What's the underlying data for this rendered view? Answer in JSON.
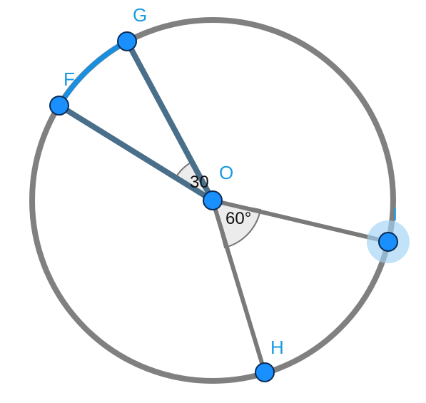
{
  "diagram": {
    "points": {
      "center": "O",
      "on_circle": [
        "F",
        "G",
        "H",
        "I"
      ]
    },
    "highlighted_arc": "FG",
    "selected_point": "I",
    "angles": {
      "FOG": "30",
      "HOI": "60°"
    },
    "colors": {
      "circle": "#808080",
      "arc_highlight": "#1a8fe0",
      "blue_segment": "#4a6f8a",
      "gray_segment": "#7a7a7a",
      "point_fill": "#1a90ff",
      "point_stroke": "#0a2a55",
      "label": "#1a9be0",
      "selection_halo": "#9fd3f5"
    }
  }
}
